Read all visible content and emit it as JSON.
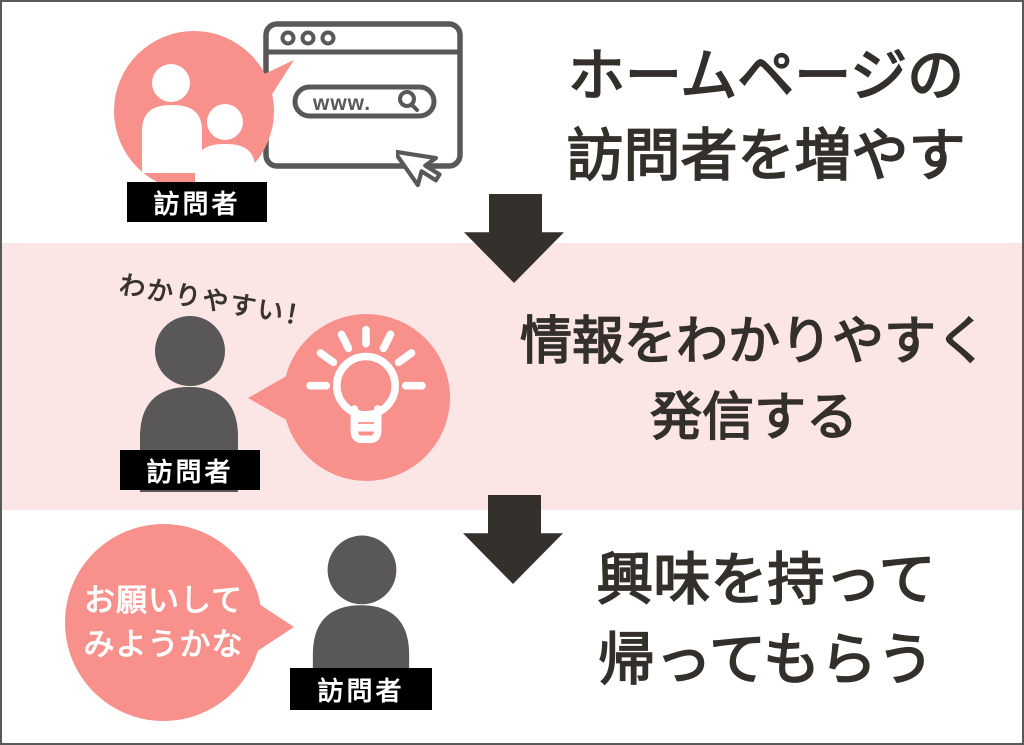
{
  "steps": [
    {
      "heading_line1": "ホームページの",
      "heading_line2": "訪問者を増やす",
      "label": "訪問者",
      "browser_url": "www."
    },
    {
      "heading_line1": "情報をわかりやすく",
      "heading_line2": "発信する",
      "label": "訪問者",
      "callout": "わかりやすい！"
    },
    {
      "heading_line1": "興味を持って",
      "heading_line2": "帰ってもらう",
      "label": "訪問者",
      "bubble_line1": "お願いして",
      "bubble_line2": "みようかな"
    }
  ],
  "icons": {
    "visitors": "two-people-icon",
    "browser": "browser-window-icon",
    "search": "magnifier-icon",
    "cursor": "mouse-cursor-icon",
    "idea": "lightbulb-icon",
    "person": "person-icon",
    "flow": "down-arrow-icon"
  },
  "colors": {
    "salmon": "#F8918C",
    "light_pink_band": "#FCE5E5",
    "dark_text": "#33302C",
    "icon_gray": "#595757",
    "arrow": "#34302C",
    "label_bg": "#000000",
    "label_text": "#FFFFFF",
    "border": "#595959"
  }
}
